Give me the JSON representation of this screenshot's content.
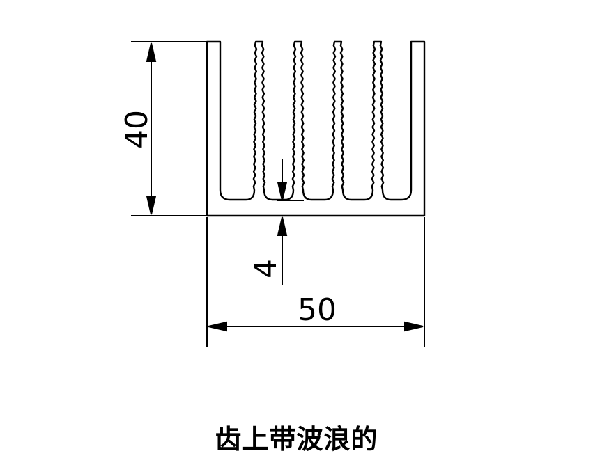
{
  "drawing": {
    "dimensions": {
      "height": "40",
      "base_thickness": "4",
      "width": "50"
    },
    "caption": "齿上带波浪的",
    "line_color": "#000000",
    "background": "#ffffff"
  }
}
